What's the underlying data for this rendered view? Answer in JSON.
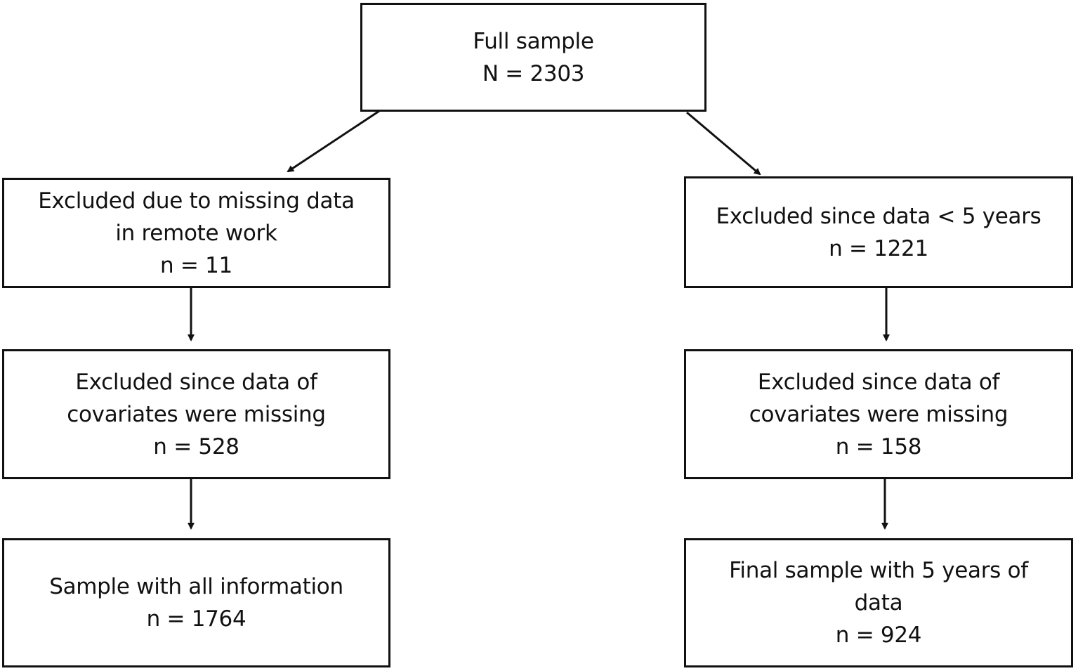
{
  "flowchart": {
    "root": {
      "title": "Full sample",
      "count": "N = 2303"
    },
    "left_branch": {
      "step1": {
        "line1": "Excluded due to missing data",
        "line2": "in remote work",
        "count": "n = 11"
      },
      "step2": {
        "line1": "Excluded since data of",
        "line2": "covariates were missing",
        "count": "n = 528"
      },
      "result": {
        "line1": "Sample with all information",
        "count": "n = 1764"
      }
    },
    "right_branch": {
      "step1": {
        "line1": "Excluded since data < 5 years",
        "count": "n = 1221"
      },
      "step2": {
        "line1": "Excluded since data of",
        "line2": "covariates were missing",
        "count": "n = 158"
      },
      "result": {
        "line1": "Final sample with 5 years of",
        "line2": "data",
        "count": "n = 924"
      }
    }
  }
}
